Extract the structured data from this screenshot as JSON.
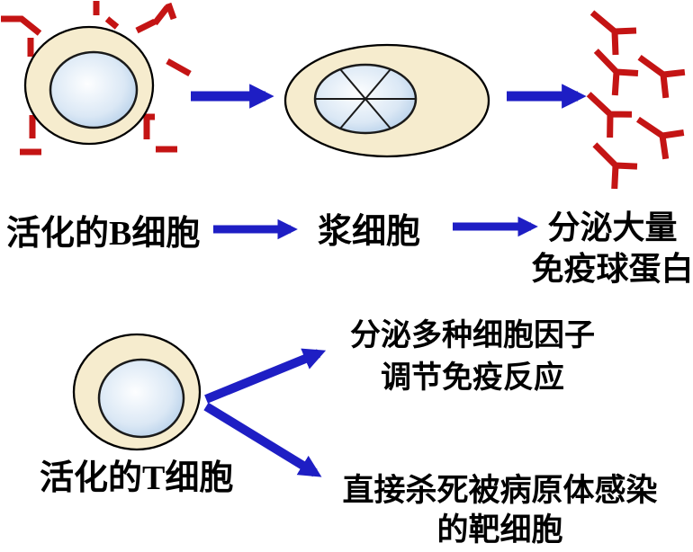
{
  "palette": {
    "background": "#ffffff",
    "antibody_red": "#c41414",
    "arrow_blue": "#1e1ec4",
    "cell_fill": "#f6ecce",
    "cell_outline": "#000000",
    "nucleus_edge": "#9fc0e2",
    "nucleus_center": "#fdfeff",
    "text_color": "#000000"
  },
  "top_row": {
    "b_cell_label": "活化的B细胞",
    "plasma_cell_label": "浆细胞",
    "secretion_label_line1": "分泌大量",
    "secretion_label_line2": "免疫球蛋白"
  },
  "bottom_row": {
    "t_cell_label": "活化的T细胞",
    "cytokine_label_line1": "分泌多种细胞因子",
    "cytokine_label_line2": "调节免疫反应",
    "kill_label_line1": "直接杀死被病原体感染",
    "kill_label_line2": "的靶细胞"
  },
  "icons": {
    "antibody_count": 6,
    "receptor_fragment_count": 11
  }
}
